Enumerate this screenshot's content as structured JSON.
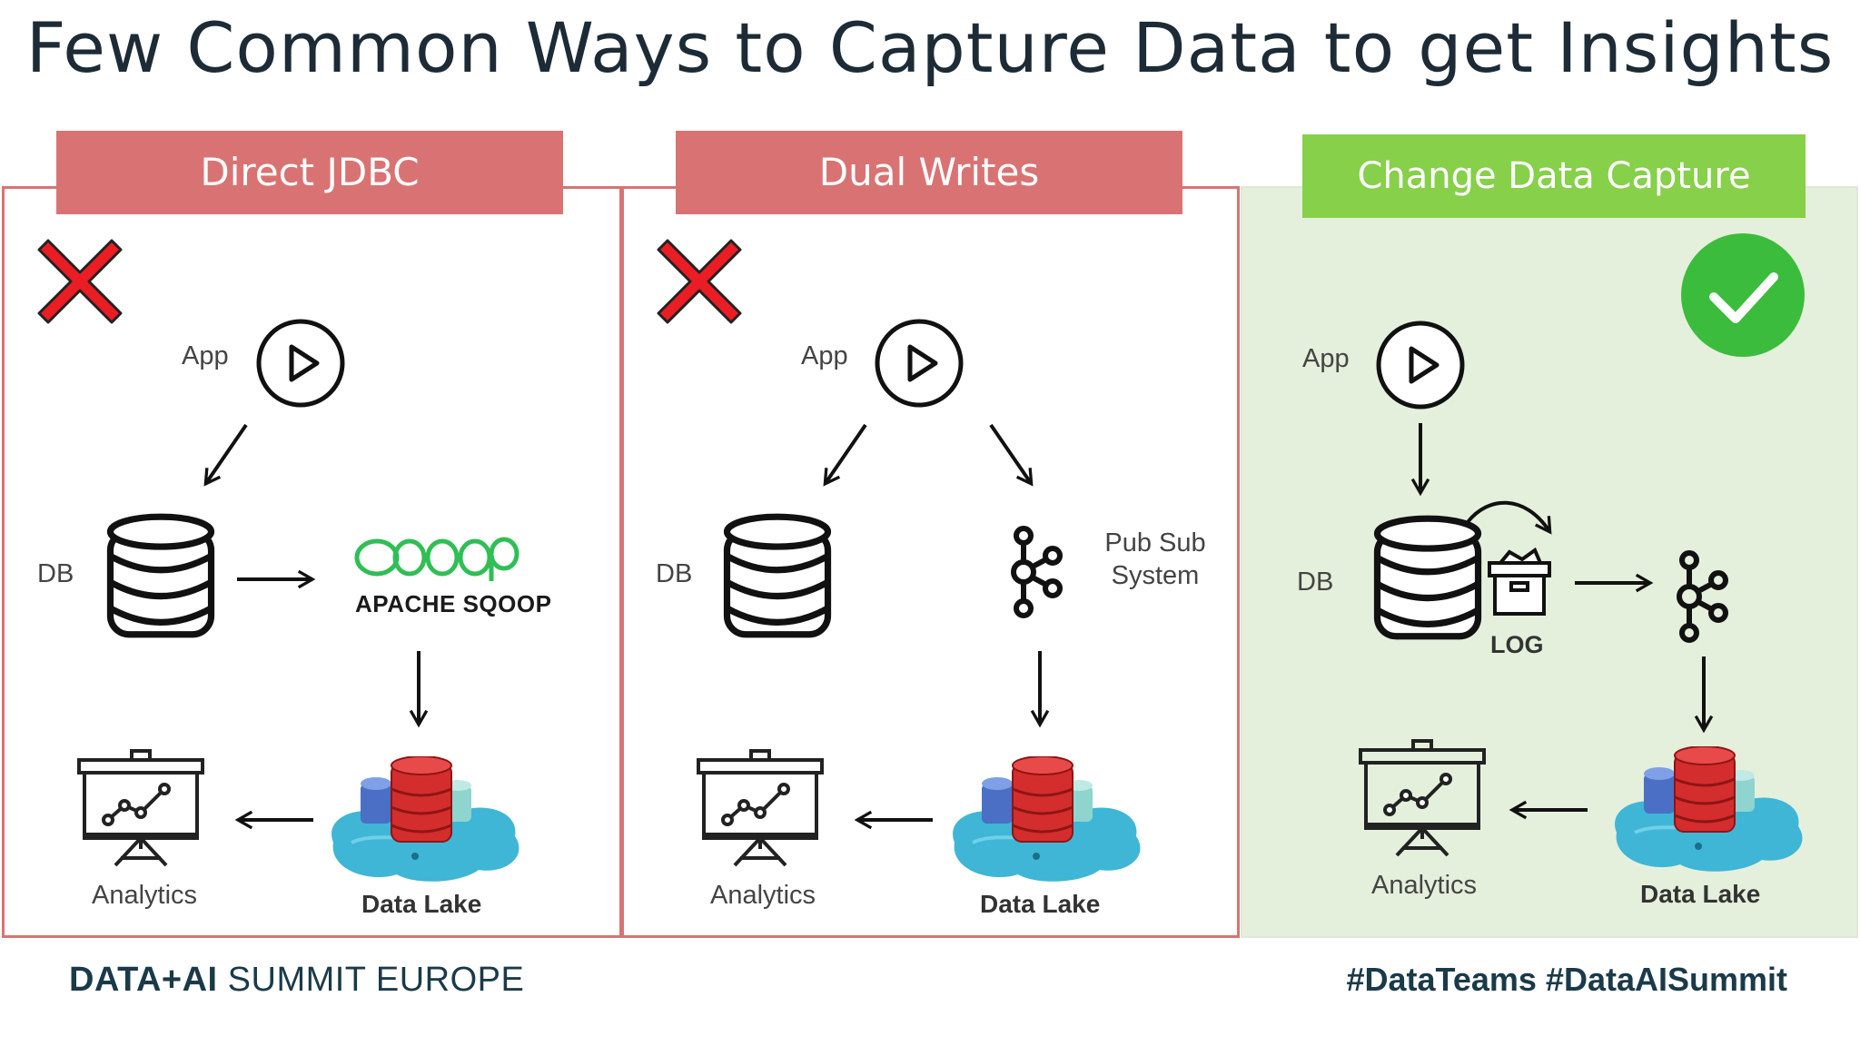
{
  "title": "Few Common Ways to Capture Data to get Insights",
  "colors": {
    "bad": "#d97373",
    "good": "#86d04a",
    "good_bg": "#e5f0dc",
    "text": "#1d2b36"
  },
  "panels": [
    {
      "header": "Direct JDBC",
      "status_icon": "red-x-icon",
      "app_label": "App",
      "db_label": "DB",
      "middle_label": "APACHE SQOOP",
      "analytics_label": "Analytics",
      "lake_label": "Data Lake"
    },
    {
      "header": "Dual Writes",
      "status_icon": "red-x-icon",
      "app_label": "App",
      "db_label": "DB",
      "pubsub_label_line1": "Pub Sub",
      "pubsub_label_line2": "System",
      "analytics_label": "Analytics",
      "lake_label": "Data Lake"
    },
    {
      "header": "Change Data Capture",
      "status_icon": "green-check-icon",
      "app_label": "App",
      "db_label": "DB",
      "log_label": "LOG",
      "analytics_label": "Analytics",
      "lake_label": "Data Lake"
    }
  ],
  "footer": {
    "brand_bold": "DATA+AI",
    "brand_rest": " SUMMIT EUROPE",
    "hashtags": "#DataTeams #DataAISummit"
  }
}
